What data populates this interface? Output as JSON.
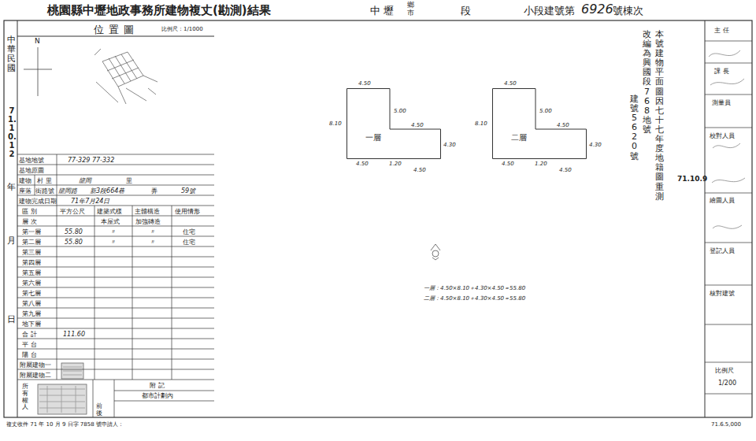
{
  "diagram": {
    "title": "桃園縣中壢地政事務所建物複丈(勘測)結果",
    "nodes": [
      {
        "text": [
          "位置圖"
        ]
      },
      {
        "text": [
          "一層"
        ]
      },
      {
        "text": [
          "二層"
        ]
      }
    ],
    "labels": [
      "中 壢",
      "鄉市",
      "段",
      "小段建號第",
      "6926",
      "號棟次",
      "中華民國",
      "71.10.12",
      "年",
      "月",
      "日",
      "比例尺：1/1000",
      "N",
      "基地地號",
      "77-329 77-332",
      "基地原圖",
      "建物",
      "村 里",
      "龍岡",
      "里",
      "座落",
      "街路號",
      "龍岡路",
      "新3段664巷",
      "弄",
      "59號",
      "建物完成日期",
      "71年7月24日",
      "區 別",
      "平方公尺",
      "建築式樣",
      "主體構造",
      "使用情形",
      "層 次",
      "本屋式",
      "加強磚造",
      "第一層",
      "55.80",
      "〃",
      "〃",
      "住宅",
      "第二層",
      "55.80",
      "〃",
      "〃",
      "住宅",
      "第三層",
      "第四層",
      "第五層",
      "第六層",
      "第七層",
      "第八層",
      "第九層",
      "地下層",
      "合 計",
      "111.60",
      "平 台",
      "陽 台",
      "附屬建物一",
      "附屬建物二",
      "所有權人",
      "附 記",
      "都市計劃內",
      "前 後",
      "4.50",
      "5.00",
      "8.10",
      "4.50",
      "4.30",
      "4.50",
      "1.20",
      "4.50",
      "4.50",
      "5.00",
      "8.10",
      "4.50",
      "4.30",
      "4.50",
      "1.20",
      "4.50",
      "一層：4.50×8.10＋4.30×4.50＝55.80",
      "二層：4.50×8.10＋4.30×4.50＝55.80",
      "本號建物平面圖因七十七年度地籍圖重測",
      "改編為興國段768地號",
      "建號5620號",
      "主 任",
      "課 長",
      "測量員",
      "71.10.9",
      "校對人員",
      "繪圖人員",
      "登記人員",
      "核對建號",
      "比例尺",
      "1/200",
      "71.6.5,000",
      "複丈收件 71 年 10 月 9 日字 7858 號申請人："
    ]
  }
}
